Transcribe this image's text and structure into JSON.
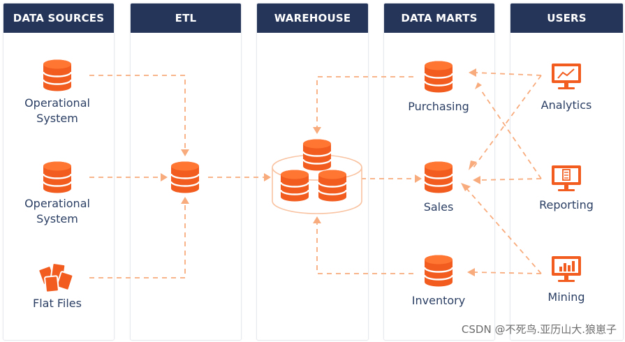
{
  "columns": {
    "sources": "DATA SOURCES",
    "etl": "ETL",
    "warehouse": "WAREHOUSE",
    "marts": "DATA MARTS",
    "users": "USERS"
  },
  "nodes": {
    "source1": "Operational\nSystem",
    "source2": "Operational\nSystem",
    "flat_files": "Flat Files",
    "purchasing": "Purchasing",
    "sales": "Sales",
    "inventory": "Inventory",
    "analytics": "Analytics",
    "reporting": "Reporting",
    "mining": "Mining"
  },
  "watermark": "CSDN @不死鸟.亚历山大.狼崽子",
  "colors": {
    "header": "#243559",
    "accent": "#f25c1e",
    "connector": "#f8ab7c",
    "label": "#2a3e63"
  },
  "icons": {
    "database": "database-icon",
    "files": "files-icon",
    "monitor": "monitor-icon"
  }
}
